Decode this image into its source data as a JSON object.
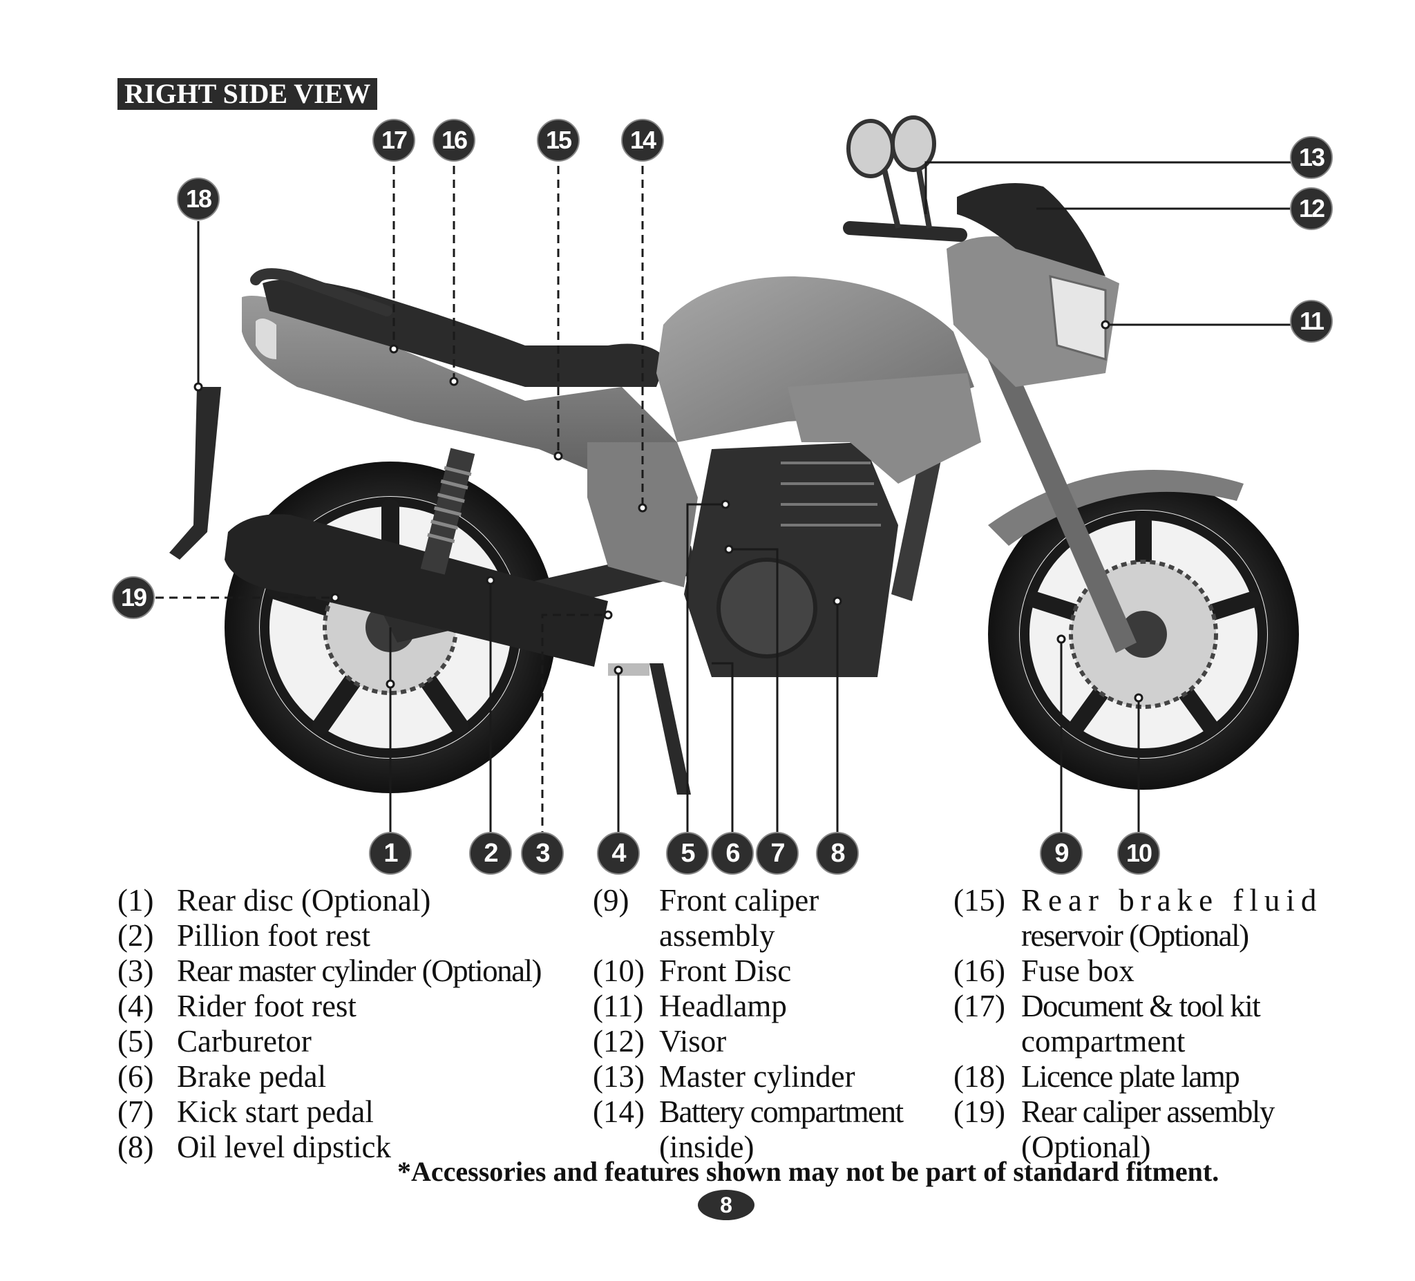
{
  "section_title": "RIGHT SIDE VIEW",
  "callouts": {
    "c1": "1",
    "c2": "2",
    "c3": "3",
    "c4": "4",
    "c5": "5",
    "c6": "6",
    "c7": "7",
    "c8": "8",
    "c9": "9",
    "c10": "10",
    "c11": "11",
    "c12": "12",
    "c13": "13",
    "c14": "14",
    "c15": "15",
    "c16": "16",
    "c17": "17",
    "c18": "18",
    "c19": "19"
  },
  "legend": {
    "col1": [
      {
        "num": "(1)",
        "text": "Rear disc (Optional)"
      },
      {
        "num": "(2)",
        "text": "Pillion foot rest"
      },
      {
        "num": "(3)",
        "text": "Rear master cylinder (Optional)"
      },
      {
        "num": "(4)",
        "text": "Rider foot rest"
      },
      {
        "num": "(5)",
        "text": "Carburetor"
      },
      {
        "num": "(6)",
        "text": "Brake pedal"
      },
      {
        "num": "(7)",
        "text": "Kick start pedal"
      },
      {
        "num": "(8)",
        "text": "Oil level dipstick"
      }
    ],
    "col2": [
      {
        "num": "(9)",
        "text": "Front caliper"
      },
      {
        "num": "",
        "text": "assembly"
      },
      {
        "num": "(10)",
        "text": "Front Disc"
      },
      {
        "num": "(11)",
        "text": "Headlamp"
      },
      {
        "num": "(12)",
        "text": "Visor"
      },
      {
        "num": "(13)",
        "text": "Master cylinder"
      },
      {
        "num": "(14)",
        "text": "Battery compartment"
      },
      {
        "num": "",
        "text": "(inside)"
      }
    ],
    "col3": [
      {
        "num": "(15)",
        "text": "Rear brake fluid"
      },
      {
        "num": "",
        "text": "reservoir (Optional)"
      },
      {
        "num": "(16)",
        "text": "Fuse box"
      },
      {
        "num": "(17)",
        "text": "Document & tool kit"
      },
      {
        "num": "",
        "text": "compartment"
      },
      {
        "num": "(18)",
        "text": "Licence plate lamp"
      },
      {
        "num": "(19)",
        "text": "Rear caliper assembly"
      },
      {
        "num": "",
        "text": "(Optional)"
      }
    ]
  },
  "footnote": "*Accessories and features shown may not be part of standard fitment.",
  "page_number": "8"
}
